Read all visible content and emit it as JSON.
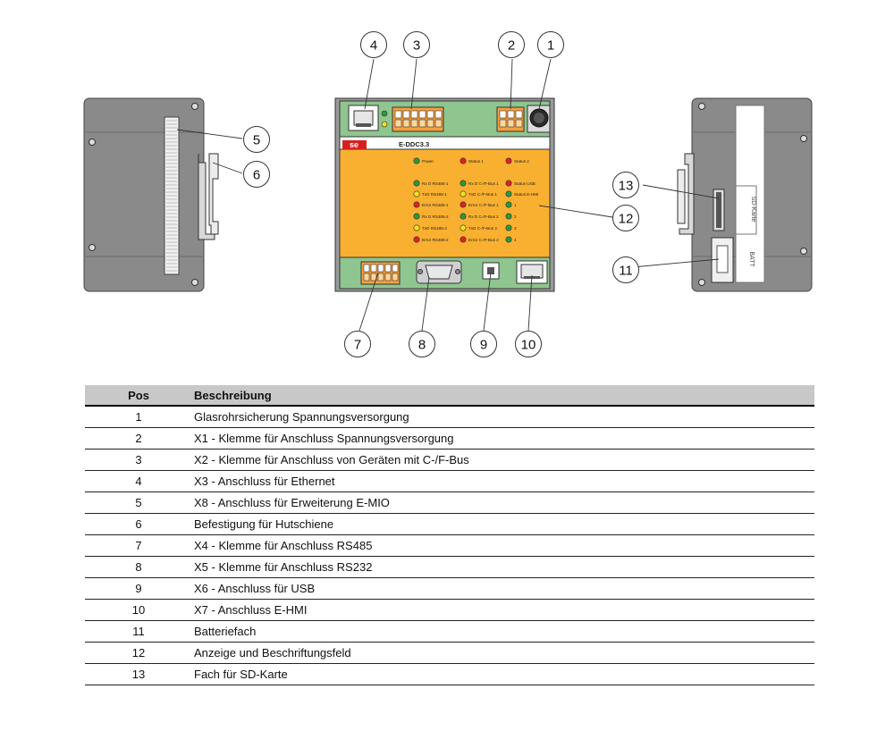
{
  "device": {
    "model": "E-DDC3.3",
    "brand_logo": "se",
    "led_left_column": [
      "Power",
      "Rx D RS485-1",
      "TxD RS485-1",
      "Error RS485-1",
      "Rx D RS485-2",
      "TxD RS485-2",
      "Error RS485-2"
    ],
    "led_mid_column": [
      "Status 1",
      "Rx D C-/F-Bus 1",
      "TxD C-/F-Bus 1",
      "Error C-/F-Bus 1",
      "Rx D C-/F-Bus 2",
      "TxD C-/F-Bus 2",
      "Error C-/F-Bus 2"
    ],
    "led_right_column": [
      "Status 2",
      "Status USB",
      "Status E-HMI",
      "1",
      "2",
      "3",
      "4"
    ],
    "side_labels": {
      "sd_card": "SD-Karte",
      "battery": "BATT"
    }
  },
  "callouts": [
    "1",
    "2",
    "3",
    "4",
    "5",
    "6",
    "7",
    "8",
    "9",
    "10",
    "11",
    "12",
    "13"
  ],
  "colors": {
    "panel_orange": "#f9b030",
    "terminal_orange": "#f5a040",
    "housing_gray": "#8a8a8a",
    "rail_green": "#8fc58f",
    "header_gray": "#c8c8c8",
    "led_green": "#2a9a3a",
    "led_red": "#e02020",
    "led_yellow": "#f5e020"
  },
  "table": {
    "headers": [
      "Pos",
      "Beschreibung"
    ],
    "rows": [
      [
        "1",
        "Glasrohrsicherung Spannungsversorgung"
      ],
      [
        "2",
        "X1 - Klemme für Anschluss Spannungsversorgung"
      ],
      [
        "3",
        "X2 - Klemme für Anschluss von Geräten mit C-/F-Bus"
      ],
      [
        "4",
        "X3 - Anschluss für Ethernet"
      ],
      [
        "5",
        "X8 - Anschluss für Erweiterung E-MIO"
      ],
      [
        "6",
        "Befestigung für Hutschiene"
      ],
      [
        "7",
        "X4 - Klemme für Anschluss RS485"
      ],
      [
        "8",
        "X5 - Klemme für Anschluss RS232"
      ],
      [
        "9",
        "X6 - Anschluss für USB"
      ],
      [
        "10",
        "X7 - Anschluss E-HMI"
      ],
      [
        "11",
        "Batteriefach"
      ],
      [
        "12",
        "Anzeige und Beschriftungsfeld"
      ],
      [
        "13",
        "Fach für SD-Karte"
      ]
    ]
  }
}
